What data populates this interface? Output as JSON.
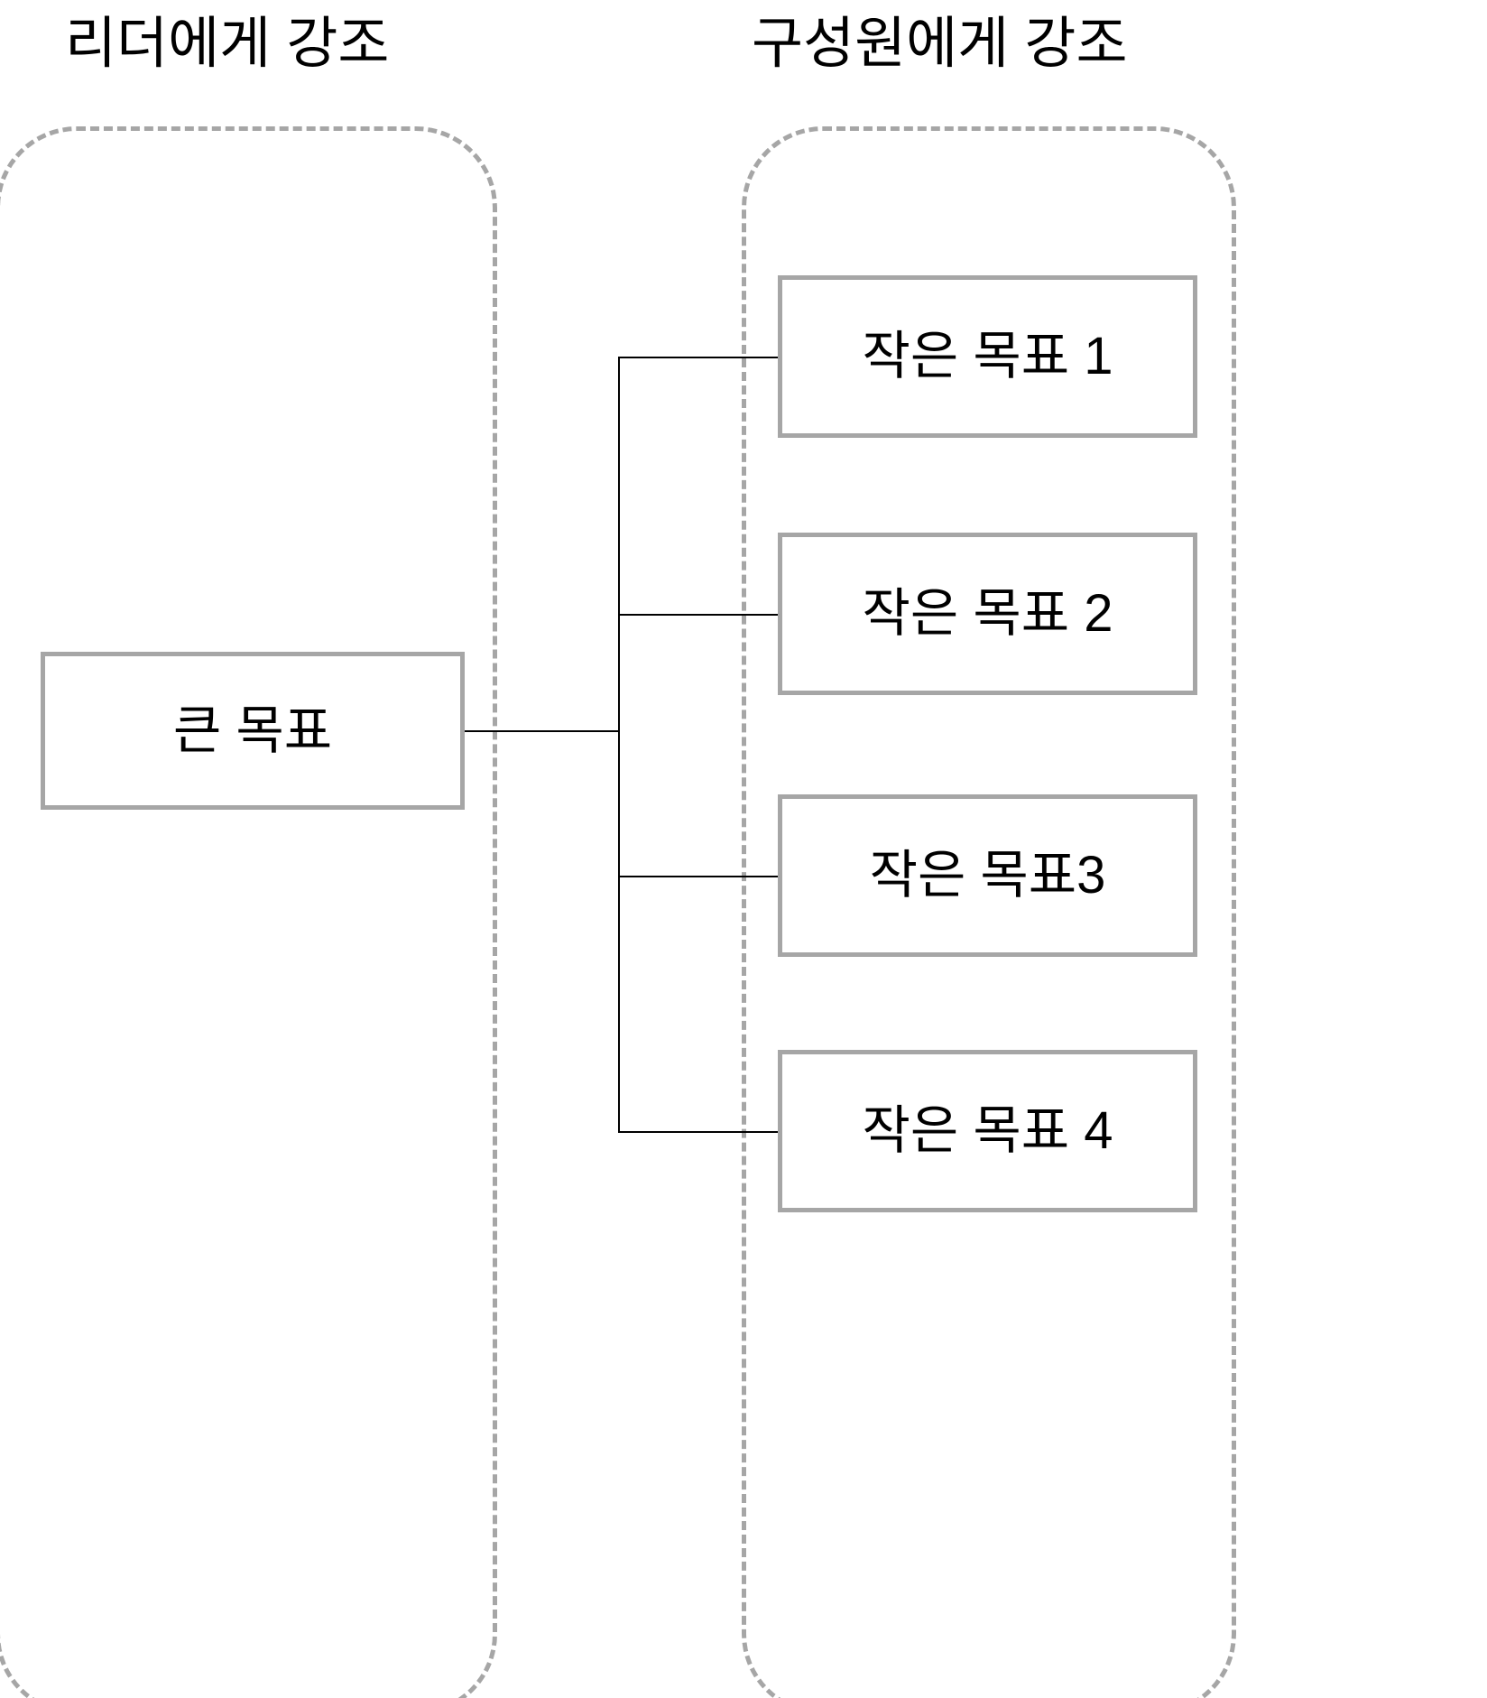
{
  "diagram": {
    "type": "hierarchy-tree",
    "background_color": "#ffffff",
    "box_border_color": "#a6a6a6",
    "zone_border_color": "#a6a6a6",
    "connector_color": "#000000",
    "text_color": "#000000"
  },
  "columns": [
    {
      "id": "leader",
      "title": "리더에게 강조",
      "nodes": [
        {
          "id": "big-goal",
          "label": "큰 목표"
        }
      ]
    },
    {
      "id": "members",
      "title": "구성원에게 강조",
      "nodes": [
        {
          "id": "small-goal-1",
          "label": "작은 목표 1"
        },
        {
          "id": "small-goal-2",
          "label": "작은 목표 2"
        },
        {
          "id": "small-goal-3",
          "label": "작은 목표3"
        },
        {
          "id": "small-goal-4",
          "label": "작은 목표 4"
        }
      ]
    }
  ],
  "connections": [
    {
      "from": "big-goal",
      "to": "small-goal-1"
    },
    {
      "from": "big-goal",
      "to": "small-goal-2"
    },
    {
      "from": "big-goal",
      "to": "small-goal-3"
    },
    {
      "from": "big-goal",
      "to": "small-goal-4"
    }
  ]
}
